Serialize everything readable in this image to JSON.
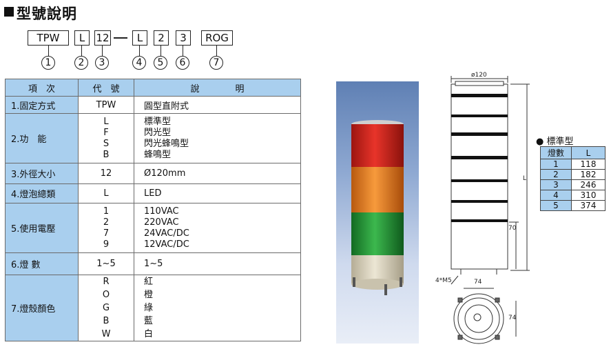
{
  "title": "型號說明",
  "code_parts": [
    "TPW",
    "L",
    "12",
    "L",
    "2",
    "3",
    "ROG"
  ],
  "circle_numbers": [
    "1",
    "2",
    "3",
    "4",
    "5",
    "6",
    "7"
  ],
  "table": {
    "headers": [
      "項　次",
      "代　號",
      "說　　　　明"
    ],
    "rows": [
      {
        "item": "1.固定方式",
        "codes": [
          "TPW"
        ],
        "desc": [
          "圓型直附式"
        ]
      },
      {
        "item": "2.功　能",
        "codes": [
          "L",
          "F",
          "S",
          "B"
        ],
        "desc": [
          "標準型",
          "閃光型",
          "閃光蜂鳴型",
          "蜂鳴型"
        ]
      },
      {
        "item": "3.外徑大小",
        "codes": [
          "12"
        ],
        "desc": [
          "Ø120mm"
        ]
      },
      {
        "item": "4.燈泡總類",
        "codes": [
          "L"
        ],
        "desc": [
          "LED"
        ]
      },
      {
        "item": "5.使用電壓",
        "codes": [
          "1",
          "2",
          "7",
          "9"
        ],
        "desc": [
          "110VAC",
          "220VAC",
          "24VAC/DC",
          "12VAC/DC"
        ]
      },
      {
        "item": "6.燈 數",
        "codes": [
          "1~5"
        ],
        "desc": [
          "1~5"
        ]
      },
      {
        "item": "7.燈殼顏色",
        "codes": [
          "R",
          "O",
          "G",
          "B",
          "W"
        ],
        "desc": [
          "紅",
          "橙",
          "綠",
          "藍",
          "白"
        ]
      }
    ]
  },
  "diagram": {
    "top_width": "ø120",
    "height_label": "L",
    "tier_height": "70",
    "screw_label": "4*M5",
    "base_width": "74",
    "base_depth": "74"
  },
  "sizes": {
    "label": "● 標準型",
    "headers": [
      "燈數",
      "L"
    ],
    "rows": [
      [
        "1",
        "118"
      ],
      [
        "2",
        "182"
      ],
      [
        "3",
        "246"
      ],
      [
        "4",
        "310"
      ],
      [
        "5",
        "374"
      ]
    ]
  },
  "colors": {
    "table_header": "#a9cfee",
    "light_red": "#d8261e",
    "light_orange": "#f0841c",
    "light_green": "#2aa23c"
  }
}
